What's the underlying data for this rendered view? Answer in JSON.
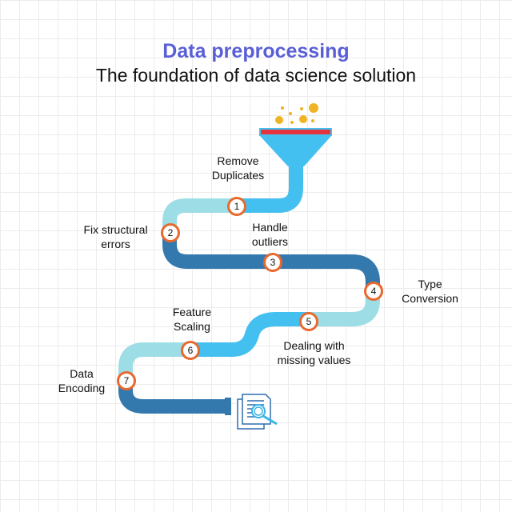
{
  "header": {
    "title": "Data preprocessing",
    "subtitle": "The foundation of data science solution"
  },
  "steps": [
    {
      "number": "1",
      "label": "Remove Duplicates",
      "line1": "Remove",
      "line2": "Duplicates"
    },
    {
      "number": "2",
      "label": "Fix structural errors",
      "line1": "Fix structural",
      "line2": "errors"
    },
    {
      "number": "3",
      "label": "Handle outliers",
      "line1": "Handle",
      "line2": "outliers"
    },
    {
      "number": "4",
      "label": "Type Conversion",
      "line1": "Type",
      "line2": "Conversion"
    },
    {
      "number": "5",
      "label": "Dealing with missing values",
      "line1": "Dealing with",
      "line2": "missing values"
    },
    {
      "number": "6",
      "label": "Feature Scaling",
      "line1": "Feature",
      "line2": "Scaling"
    },
    {
      "number": "7",
      "label": "Data Encoding",
      "line1": "Data",
      "line2": "Encoding"
    }
  ],
  "colors": {
    "title": "#5a5fd6",
    "pipe_medium": "#44c0f0",
    "pipe_light": "#9ddde6",
    "pipe_dark": "#3479ad",
    "marker_ring": "#e8682e",
    "funnel_bar": "#e5343f",
    "particles": "#f0b323"
  },
  "icons": {
    "funnel": "funnel-icon",
    "document": "document-search-icon"
  }
}
